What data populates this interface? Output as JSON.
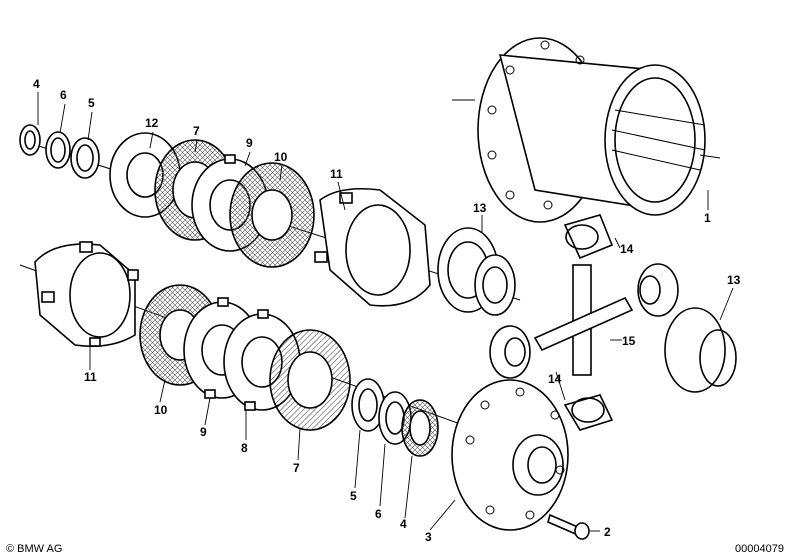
{
  "callouts": {
    "c4_top": "4",
    "c6_top": "6",
    "c5_top": "5",
    "c12": "12",
    "c7_top": "7",
    "c9_top": "9",
    "c10_top": "10",
    "c11_top": "11",
    "c13_left": "13",
    "c1": "1",
    "c14_top": "14",
    "c13_right": "13",
    "c15": "15",
    "c14_bottom": "14",
    "c11_bottom": "11",
    "c10_bottom": "10",
    "c9_bottom": "9",
    "c8": "8",
    "c7_bottom": "7",
    "c5_bottom": "5",
    "c6_bottom": "6",
    "c4_bottom": "4",
    "c3": "3",
    "c2": "2"
  },
  "footer": {
    "copyright": "© BMW AG",
    "drawing_number": "00004079"
  }
}
